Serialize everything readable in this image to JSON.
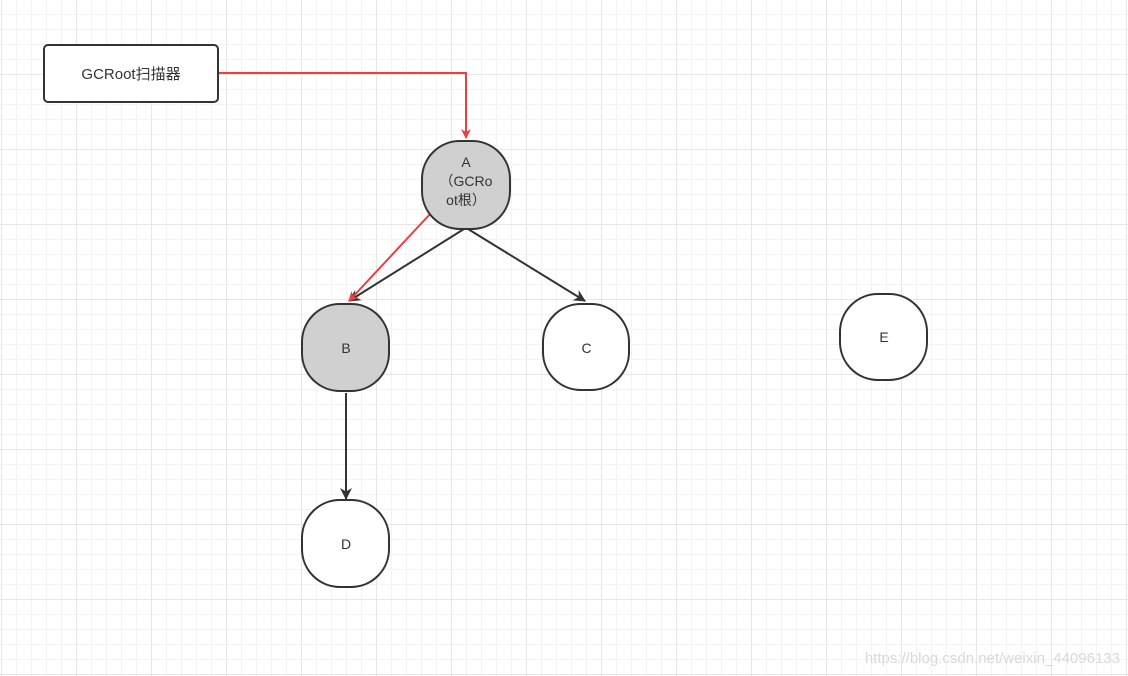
{
  "diagram": {
    "scanner": {
      "label": "GCRoot扫描器"
    },
    "nodes": [
      {
        "id": "A",
        "lines": [
          "A",
          "（GCRo",
          "ot根）"
        ],
        "marked": true
      },
      {
        "id": "B",
        "lines": [
          "B"
        ],
        "marked": true
      },
      {
        "id": "C",
        "lines": [
          "C"
        ],
        "marked": false
      },
      {
        "id": "D",
        "lines": [
          "D"
        ],
        "marked": false
      },
      {
        "id": "E",
        "lines": [
          "E"
        ],
        "marked": false
      }
    ],
    "edges": [
      {
        "from": "scanner",
        "to": "A",
        "kind": "scan"
      },
      {
        "from": "A",
        "to": "B",
        "kind": "scan"
      },
      {
        "from": "A",
        "to": "B",
        "kind": "reference"
      },
      {
        "from": "A",
        "to": "C",
        "kind": "reference"
      },
      {
        "from": "B",
        "to": "D",
        "kind": "reference"
      }
    ],
    "colors": {
      "scan_arrow": "#f03c3c",
      "reference_arrow": "#333333",
      "marked_fill": "#d0d0d0",
      "unmarked_fill": "#ffffff"
    }
  },
  "watermark": "https://blog.csdn.net/weixin_44096133"
}
